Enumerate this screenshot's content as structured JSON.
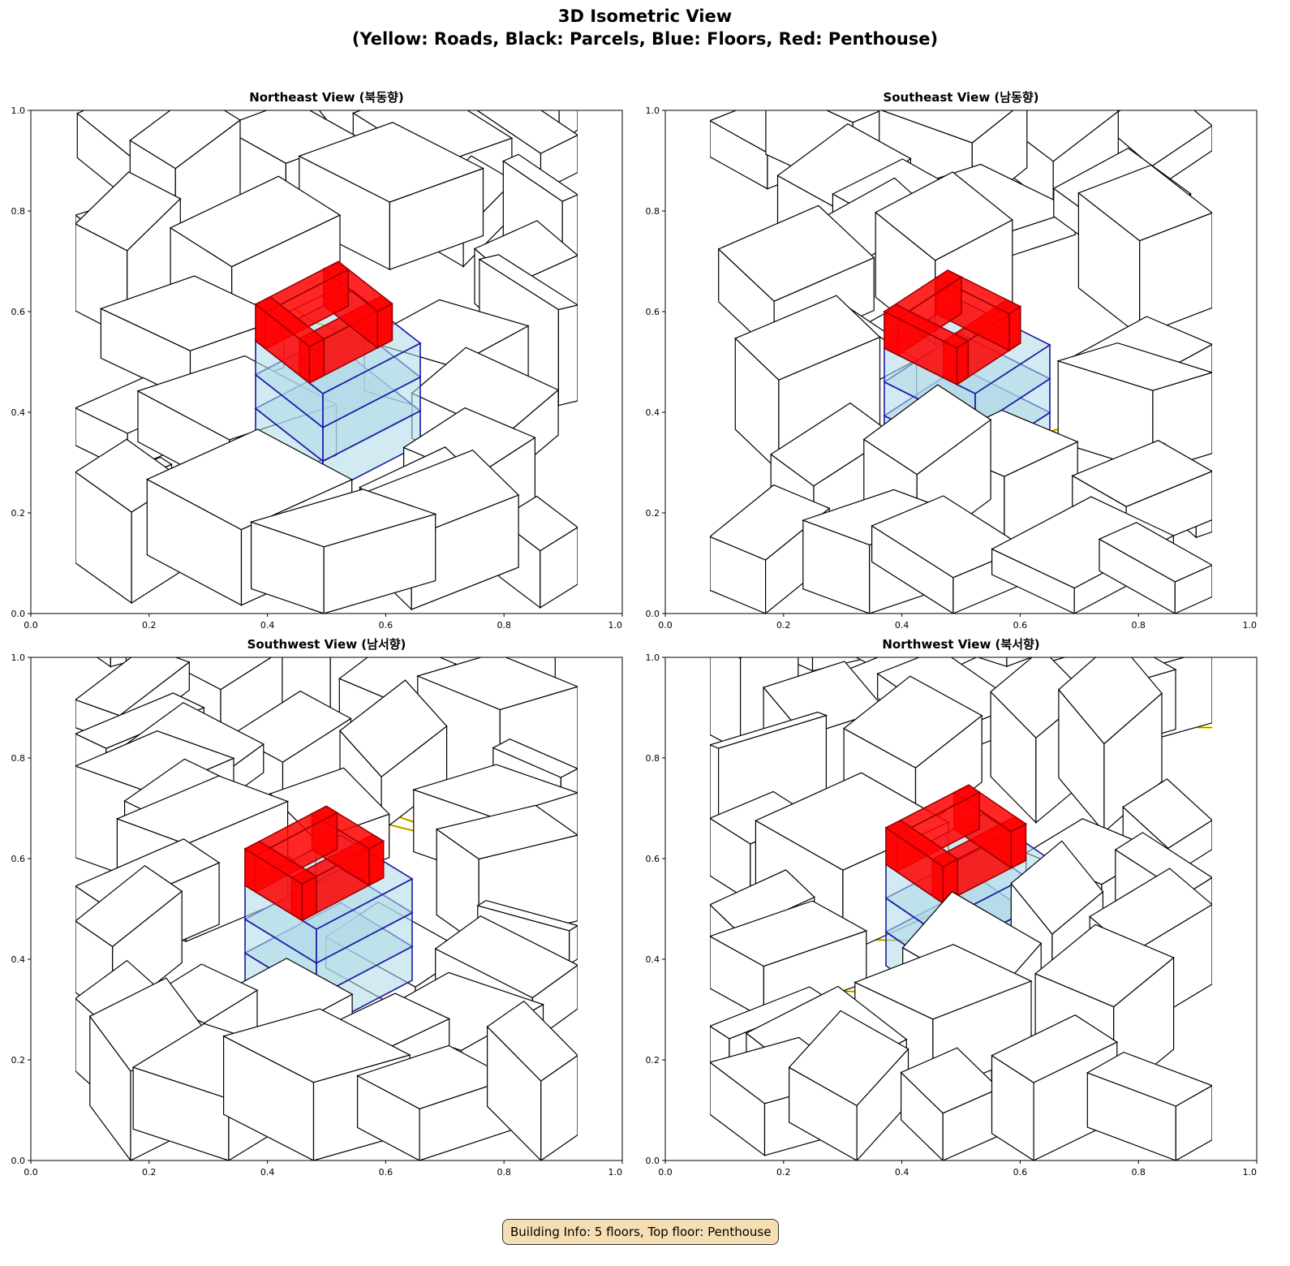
{
  "title_line1": "3D Isometric View",
  "title_line2": "(Yellow: Roads, Black: Parcels, Blue: Floors, Red: Penthouse)",
  "panels": [
    {
      "title": "Northeast View (북동향)"
    },
    {
      "title": "Southeast View (남동향)"
    },
    {
      "title": "Southwest View (남서향)"
    },
    {
      "title": "Northwest View (북서향)"
    }
  ],
  "ticks": [
    "0.0",
    "0.2",
    "0.4",
    "0.6",
    "0.8",
    "1.0"
  ],
  "colors": {
    "road": "#ffd700",
    "parcel": "#000000",
    "floor": "#add8e6",
    "floor_edge": "#1a1aa6",
    "penthouse": "#ff0000"
  },
  "info": "Building Info: 5 floors, Top floor: Penthouse"
}
